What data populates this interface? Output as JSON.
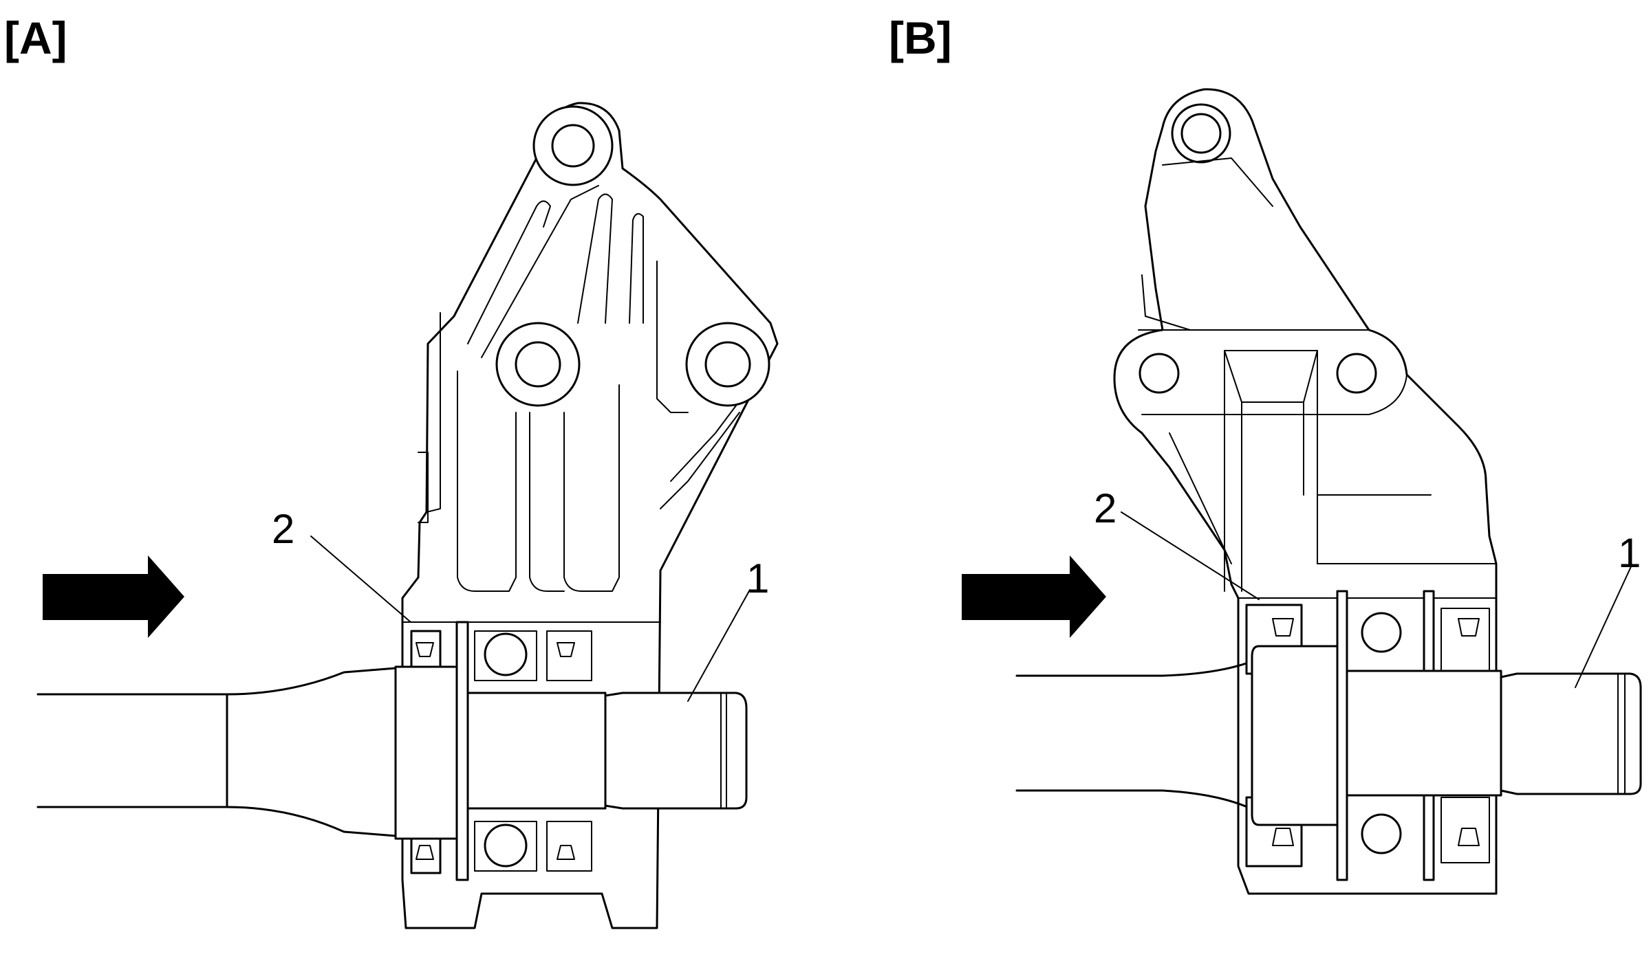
{
  "panels": [
    {
      "id": "A",
      "label": "[A]",
      "callouts": [
        "1",
        "2"
      ]
    },
    {
      "id": "B",
      "label": "[B]",
      "callouts": [
        "1",
        "2"
      ]
    }
  ],
  "arrow_icon": "right-arrow-icon"
}
